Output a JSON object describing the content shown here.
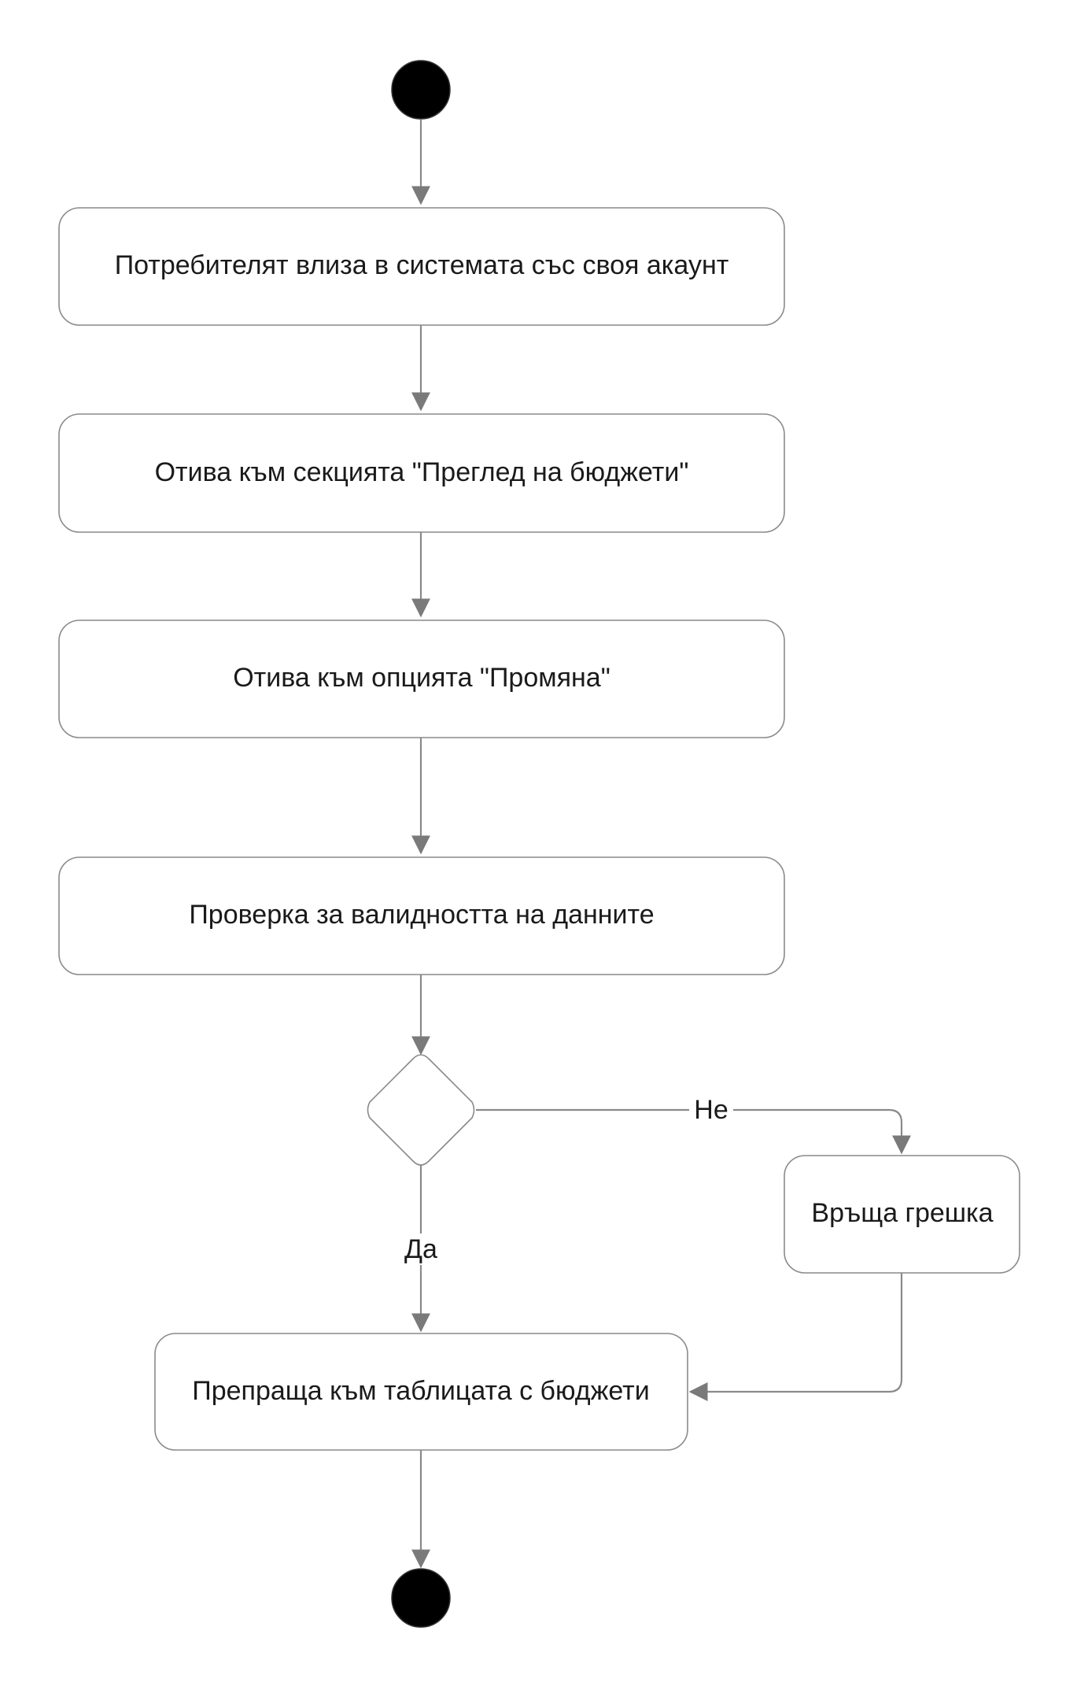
{
  "diagram": {
    "type": "activity-flowchart",
    "nodes": {
      "step1": "Потребителят влиза в системата със своя акаунт",
      "step2": "Отива към секцията \"Преглед на бюджети\"",
      "step3": "Отива към опцията \"Промяна\"",
      "step4": "Проверка за валидността на данните",
      "error": "Връща грешка",
      "result": "Препраща към таблицата с бюджети"
    },
    "edge_labels": {
      "no": "Не",
      "yes": "Да"
    },
    "colors": {
      "stroke": "#8a8a8a",
      "terminal": "#000000",
      "text": "#1a1a1a"
    }
  }
}
